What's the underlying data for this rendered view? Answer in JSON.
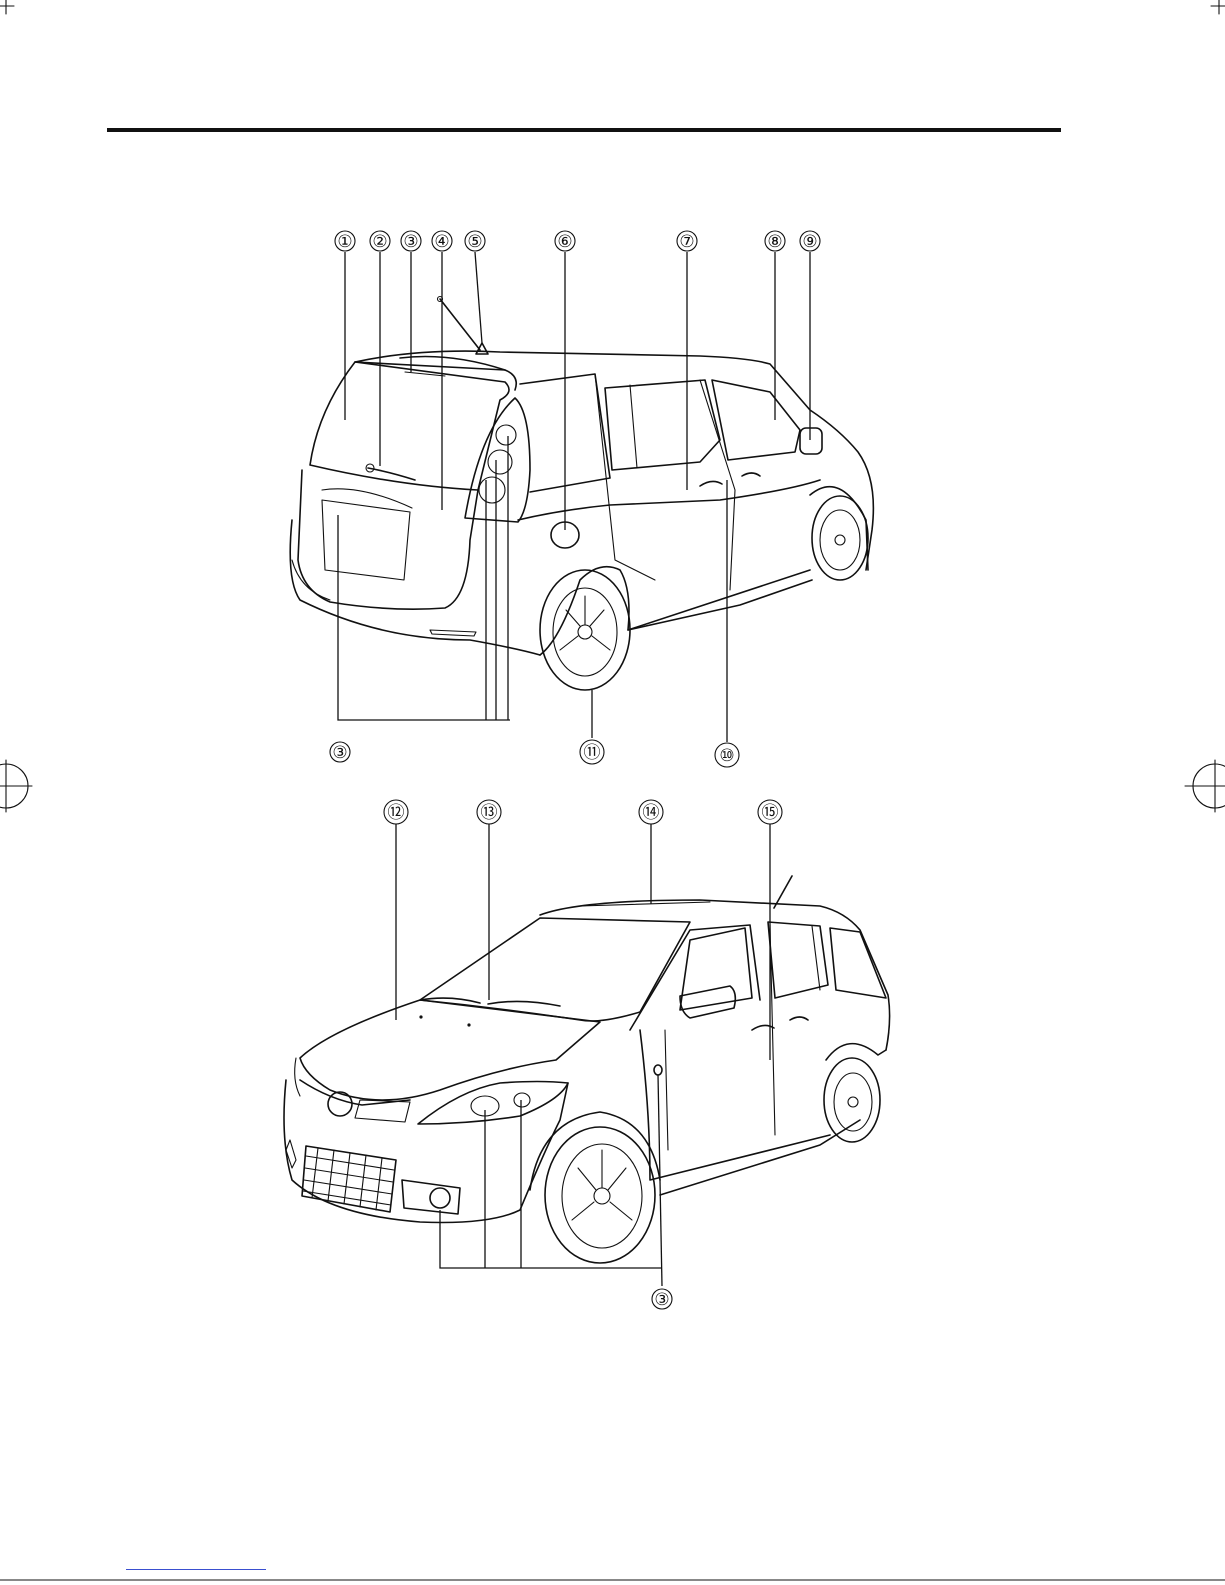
{
  "rear_view": {
    "callouts": [
      {
        "id": "rear-1",
        "label": "①"
      },
      {
        "id": "rear-2",
        "label": "②"
      },
      {
        "id": "rear-3",
        "label": "③"
      },
      {
        "id": "rear-4",
        "label": "④"
      },
      {
        "id": "rear-5",
        "label": "⑤"
      },
      {
        "id": "rear-6",
        "label": "⑥"
      },
      {
        "id": "rear-7",
        "label": "⑦"
      },
      {
        "id": "rear-8",
        "label": "⑧"
      },
      {
        "id": "rear-9",
        "label": "⑨"
      },
      {
        "id": "rear-3b",
        "label": "③"
      },
      {
        "id": "rear-11",
        "label": "⑪"
      },
      {
        "id": "rear-10",
        "label": "⑩"
      }
    ]
  },
  "front_view": {
    "callouts": [
      {
        "id": "front-12",
        "label": "⑫"
      },
      {
        "id": "front-13",
        "label": "⑬"
      },
      {
        "id": "front-14",
        "label": "⑭"
      },
      {
        "id": "front-15",
        "label": "⑮"
      },
      {
        "id": "front-3",
        "label": "③"
      }
    ]
  },
  "colors": {
    "ink": "#111111",
    "footer_link": "#3a4fd0"
  }
}
